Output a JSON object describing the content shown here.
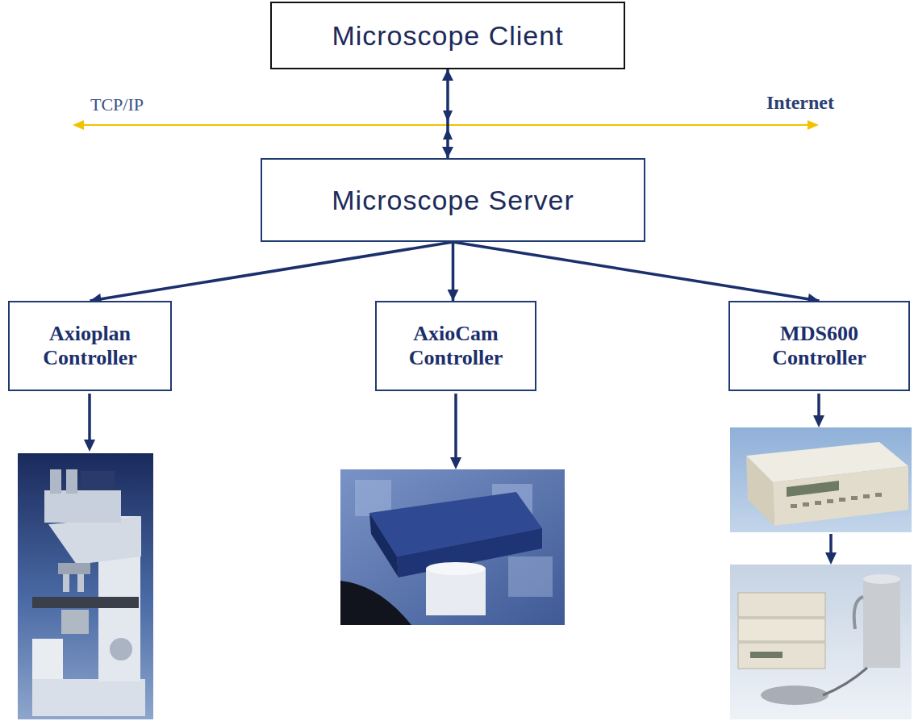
{
  "diagram": {
    "nodes": [
      {
        "text": [
          "Microscope Client"
        ]
      },
      {
        "text": [
          "Microscope Server"
        ]
      },
      {
        "text": [
          "Axioplan Controller"
        ]
      },
      {
        "text": [
          "AxioCam Controller"
        ]
      },
      {
        "text": [
          "MDS600 Controller"
        ]
      }
    ],
    "edges": [
      {
        "from": 0,
        "to": 1,
        "arrow": "both"
      },
      {
        "from": 1,
        "to": 2,
        "arrow": "to"
      },
      {
        "from": 1,
        "to": 3,
        "arrow": "to"
      },
      {
        "from": 1,
        "to": 4,
        "arrow": "to"
      }
    ],
    "labels": [
      "TCP/IP",
      "Internet"
    ]
  }
}
